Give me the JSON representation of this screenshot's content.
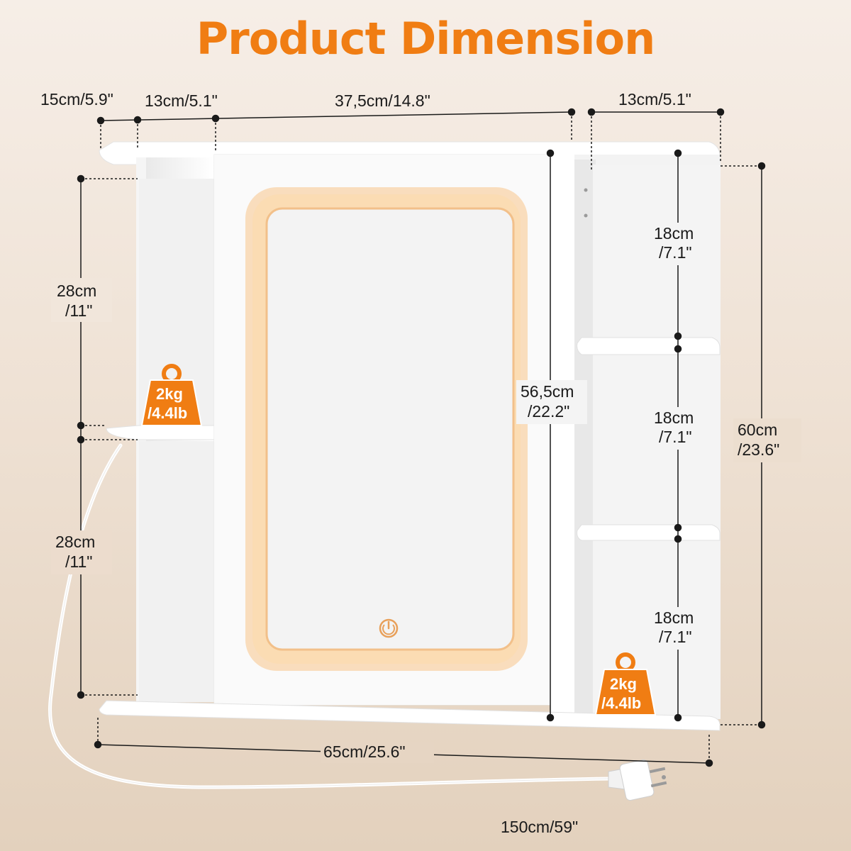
{
  "title": "Product Dimension",
  "colors": {
    "accent": "#f07d13",
    "background": "#efe2d5",
    "cabinet": "#ffffff",
    "glow": "#f5b46a",
    "dimension_line": "#1a1a1a"
  },
  "dimensions": {
    "top_left_shelf": "15cm/5.9\"",
    "top_left_compartment": "13cm/5.1\"",
    "top_mirror_door": "37,5cm/14.8\"",
    "top_right_compartment": "13cm/5.1\"",
    "left_upper_height": [
      "28cm",
      "/11\""
    ],
    "left_lower_height": [
      "28cm",
      "/11\""
    ],
    "door_height": [
      "56,5cm",
      "/22.2\""
    ],
    "right_shelf_1": [
      "18cm",
      "/7.1\""
    ],
    "right_shelf_2": [
      "18cm",
      "/7.1\""
    ],
    "right_shelf_3": [
      "18cm",
      "/7.1\""
    ],
    "total_height": [
      "60cm",
      "/23.6\""
    ],
    "total_width": "65cm/25.6\"",
    "cable_length": "150cm/59\""
  },
  "weight_badges": [
    {
      "line1": "2kg",
      "line2": "/4.4lb"
    },
    {
      "line1": "2kg",
      "line2": "/4.4lb"
    }
  ],
  "icons": [
    "weight-icon",
    "power-touch-icon",
    "plug-icon"
  ]
}
